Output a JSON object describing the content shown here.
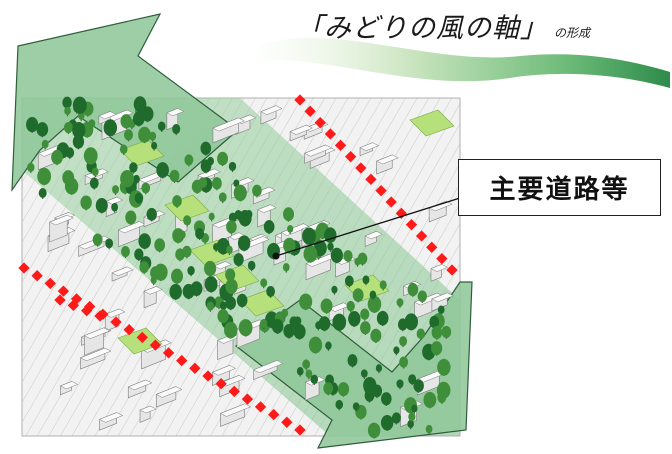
{
  "title": {
    "main": "「みどりの風の軸」",
    "sub": "の形成"
  },
  "callout": {
    "label": "主要道路等"
  },
  "colors": {
    "arrow_fill": "#8fc79a",
    "arrow_edge": "#2f5e3a",
    "swoosh_dark": "#2e8b4a",
    "swoosh_light": "#d9ecd0",
    "road_marker": "#ff1a1a",
    "tree_dark": "#1f6b2c",
    "tree_mid": "#3f8f3a",
    "lawn": "#b6e07a",
    "building": "#e6e6e6",
    "building_edge": "#7a7a7a"
  }
}
